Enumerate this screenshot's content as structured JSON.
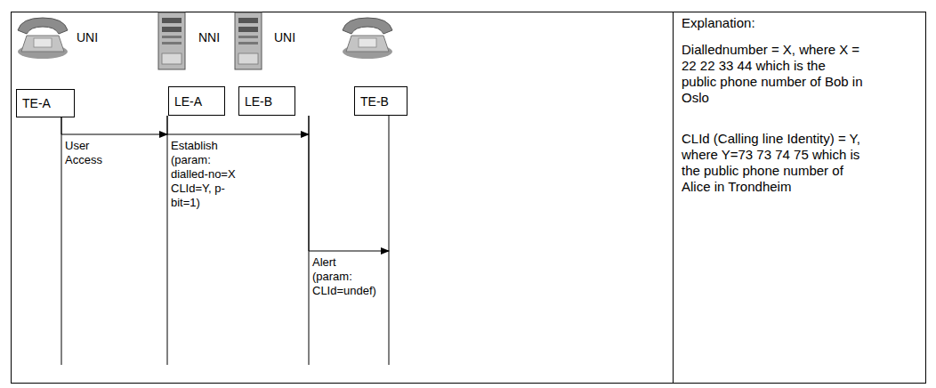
{
  "diagram": {
    "nodes": [
      {
        "text": [
          "TE-A"
        ]
      },
      {
        "text": [
          "LE-A"
        ]
      },
      {
        "text": [
          "LE-B"
        ]
      },
      {
        "text": [
          "TE-B"
        ]
      }
    ],
    "edges": [
      {
        "from": 0,
        "to": 1,
        "arrow": "to",
        "label": "User Access"
      },
      {
        "from": 1,
        "to": 2,
        "arrow": "to",
        "label": "Establish (param: dialled-no=X CLId=Y, p-bit=1)"
      },
      {
        "from": 2,
        "to": 3,
        "arrow": "to",
        "label": "Alert (param: CLId=undef)"
      }
    ],
    "labels": [
      "UNI",
      "NNI",
      "UNI",
      "Explanation:",
      "Diallednumber = X, where X = 22 22 33 44 which is the public phone number of Bob in Oslo",
      "CLId (Calling line Identity) = Y, where Y=73 73 74 75 which is the public phone number of Alice in Trondheim"
    ]
  }
}
